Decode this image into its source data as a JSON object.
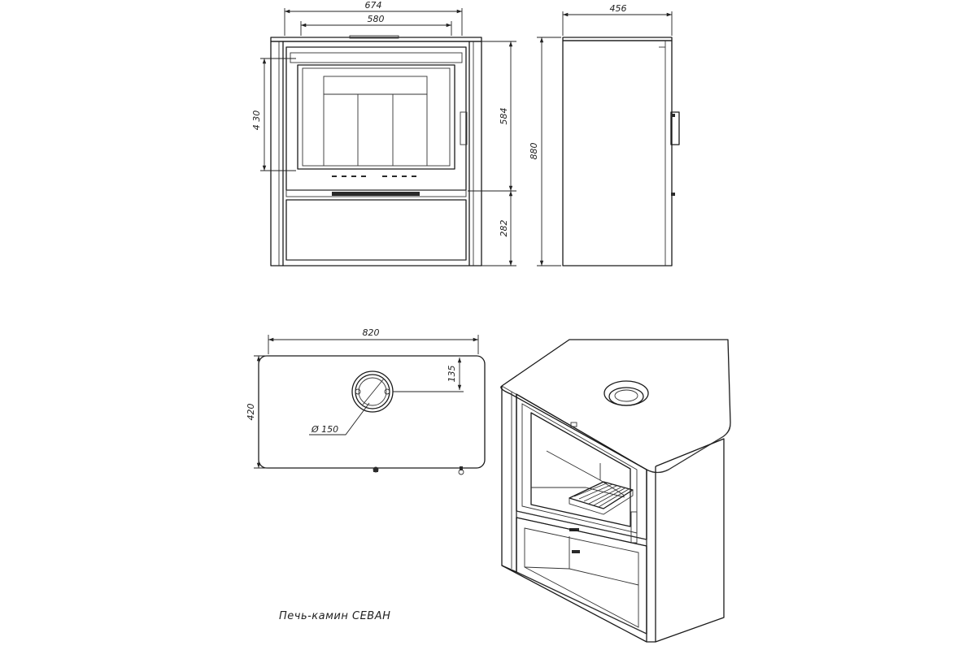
{
  "front_view": {
    "dim_total_width": "674",
    "dim_top_width": "580",
    "dim_glass_height": "4 30",
    "dim_door_height": "584",
    "dim_base_height": "282",
    "dim_total_height": "880"
  },
  "side_view": {
    "dim_depth": "456"
  },
  "top_view": {
    "dim_width": "820",
    "dim_depth": "420",
    "dim_flue_offset": "135",
    "dim_flue_diameter": "Ø 150"
  },
  "caption": "Печь-камин  СЕВАН"
}
